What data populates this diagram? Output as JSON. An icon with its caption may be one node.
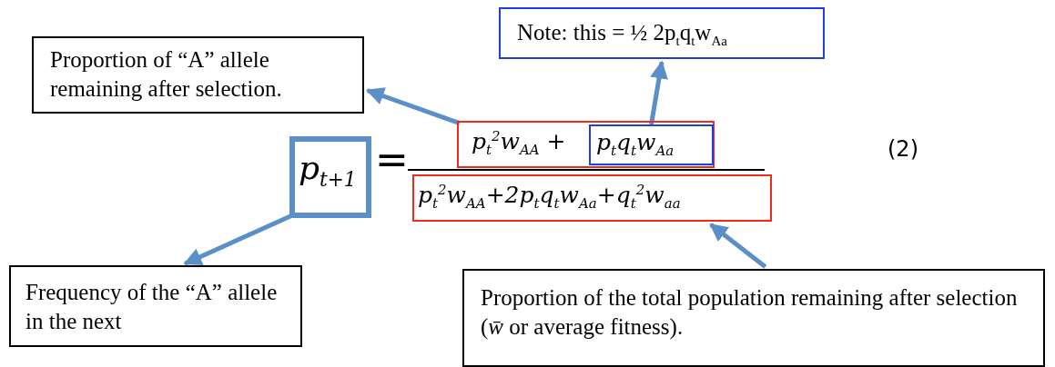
{
  "diagram": {
    "nodes": [
      {
        "text": [
          "Proportion of “A” allele remaining after selection."
        ]
      },
      {
        "text": [
          "Note: this = ½ 2p$_{t}$q$_{t}$w$_{Aa}$"
        ]
      },
      {
        "text": [
          "p$_{t+1}$"
        ]
      },
      {
        "text": [
          "p$_{t}$$^{2}$w$_{AA}$ +"
        ]
      },
      {
        "text": [
          "p$_{t}$q$_{t}$w$_{Aa}$"
        ],
        "in": 3
      },
      {
        "text": [
          "p$_{t}$$^{2}$w$_{AA}$+2p$_{t}$q$_{t}$w$_{Aa}$+q$_{t}$$^{2}$w$_{aa}$"
        ]
      },
      {
        "text": [
          "Frequency of the “A” allele in the next"
        ]
      },
      {
        "text": [
          "Proportion of the total population remaining after selection (*w̄* or average fitness)."
        ]
      }
    ],
    "edges": [
      {
        "from": 3,
        "to": 0,
        "arrow": "to"
      },
      {
        "from": 4,
        "to": 1,
        "arrow": "to"
      },
      {
        "from": 2,
        "to": 6,
        "arrow": "to"
      },
      {
        "from": 7,
        "to": 5,
        "arrow": "to"
      }
    ],
    "labels": [
      "=",
      "(2)"
    ]
  }
}
